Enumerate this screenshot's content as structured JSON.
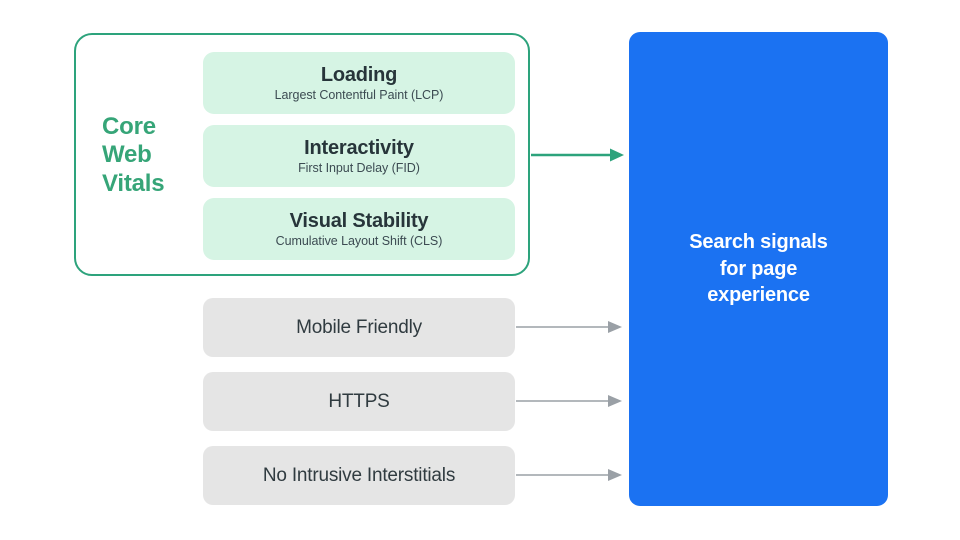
{
  "diagram": {
    "title": "Search signals for page experience",
    "background": "#ffffff",
    "colors": {
      "green_border": "#2da37c",
      "green_label": "#36a578",
      "green_card": "#d6f4e4",
      "gray_box": "#e5e5e5",
      "blue_panel": "#1b72f2",
      "arrow_green": "#2da37c",
      "arrow_gray": "#9aa0a6",
      "text_dark": "#27353a",
      "text_white": "#ffffff"
    }
  },
  "core_web_vitals": {
    "group_label": "Core Web Vitals",
    "group_label_lines": [
      "Core",
      "Web",
      "Vitals"
    ],
    "metrics": [
      {
        "title": "Loading",
        "subtitle": "Largest Contentful Paint (LCP)"
      },
      {
        "title": "Interactivity",
        "subtitle": "First Input Delay (FID)"
      },
      {
        "title": "Visual Stability",
        "subtitle": "Cumulative Layout Shift (CLS)"
      }
    ]
  },
  "other_signals": [
    {
      "label": "Mobile Friendly"
    },
    {
      "label": "HTTPS"
    },
    {
      "label": "No Intrusive Interstitials"
    }
  ],
  "outcome": {
    "label": "Search signals\nfor page\nexperience",
    "lines": [
      "Search signals",
      "for page",
      "experience"
    ]
  },
  "connectors": [
    {
      "from": "core-web-vitals-group",
      "to": "outcome-panel",
      "color": "#2da37c"
    },
    {
      "from": "signal-mobile-friendly",
      "to": "outcome-panel",
      "color": "#9aa0a6"
    },
    {
      "from": "signal-https",
      "to": "outcome-panel",
      "color": "#9aa0a6"
    },
    {
      "from": "signal-no-intrusive-interstitials",
      "to": "outcome-panel",
      "color": "#9aa0a6"
    }
  ]
}
